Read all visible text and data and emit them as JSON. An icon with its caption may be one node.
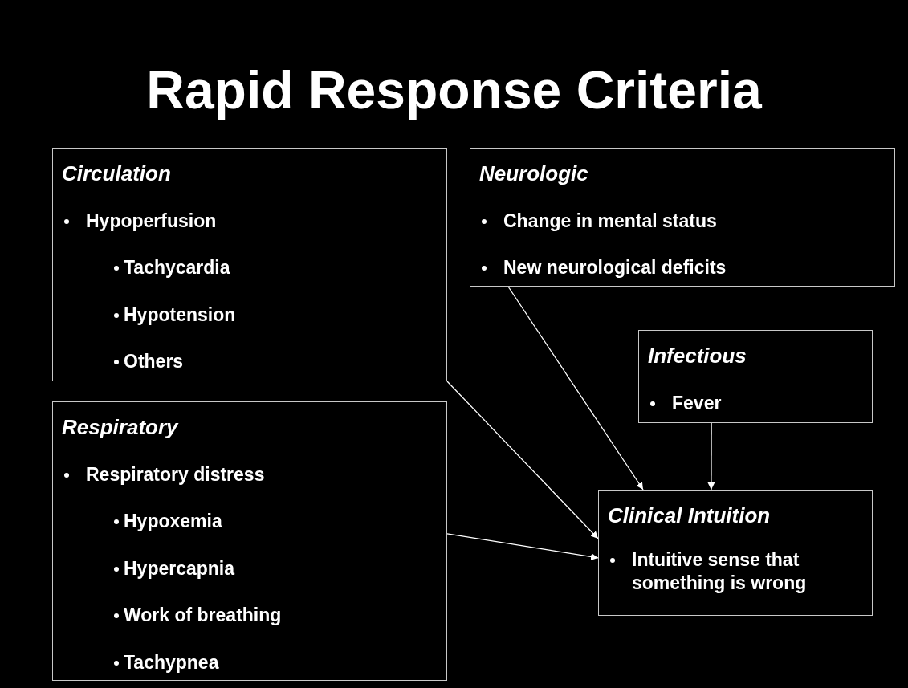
{
  "diagram": {
    "title": "Rapid Response Criteria",
    "nodes": [
      {
        "text": [
          "Circulation",
          "Hypoperfusion",
          "Tachycardia",
          "Hypotension",
          "Others"
        ]
      },
      {
        "text": [
          "Neurologic",
          "Change in mental status",
          "New neurological deficits"
        ]
      },
      {
        "text": [
          "Infectious",
          "Fever"
        ]
      },
      {
        "text": [
          "Respiratory",
          "Respiratory distress",
          "Hypoxemia",
          "Hypercapnia",
          "Work of breathing",
          "Tachypnea"
        ]
      },
      {
        "text": [
          "Clinical Intuition",
          "Intuitive sense that something is wrong"
        ]
      }
    ],
    "edges": [
      {
        "from": 1,
        "to": 4,
        "arrow": "to"
      },
      {
        "from": 2,
        "to": 4,
        "arrow": "to"
      },
      {
        "from": 0,
        "to": 4,
        "arrow": "to"
      },
      {
        "from": 3,
        "to": 4,
        "arrow": "to"
      }
    ]
  }
}
